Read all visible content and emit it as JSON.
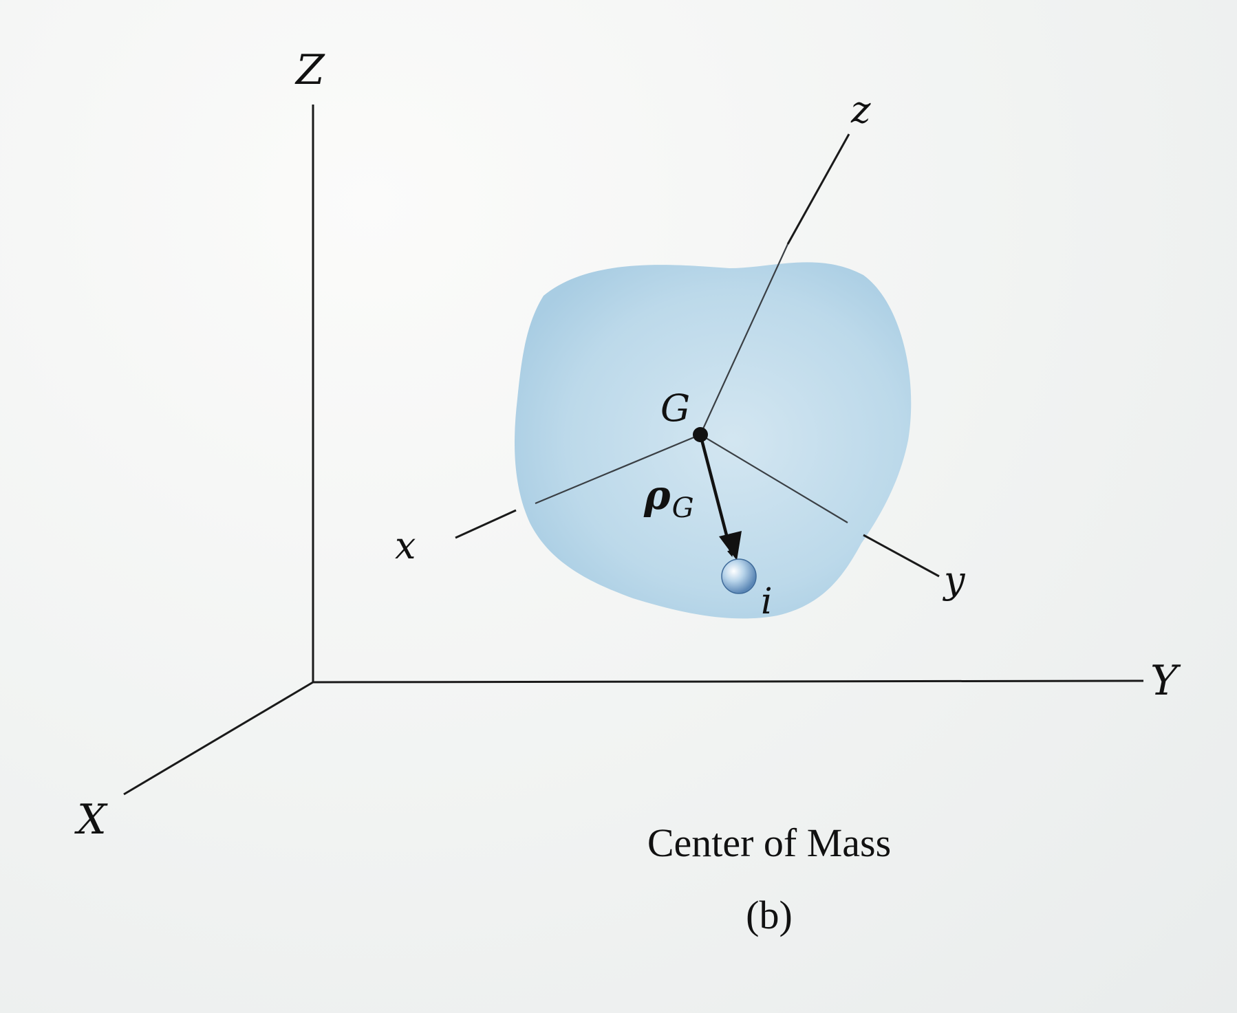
{
  "figure": {
    "caption": "Center of Mass",
    "sublabel": "(b)"
  },
  "inertial_axes": {
    "Z_label": "Z",
    "Y_label": "Y",
    "X_label": "X"
  },
  "body_axes": {
    "z_label": "z",
    "y_label": "y",
    "x_label": "x"
  },
  "points": {
    "center_label": "G",
    "particle_label": "i"
  },
  "vector": {
    "symbol": "ρ",
    "subscript": "G"
  },
  "colors": {
    "body_fill": "#b9d8ea",
    "axis_stroke": "#1a1a1a",
    "background": "#f4f5f4"
  }
}
